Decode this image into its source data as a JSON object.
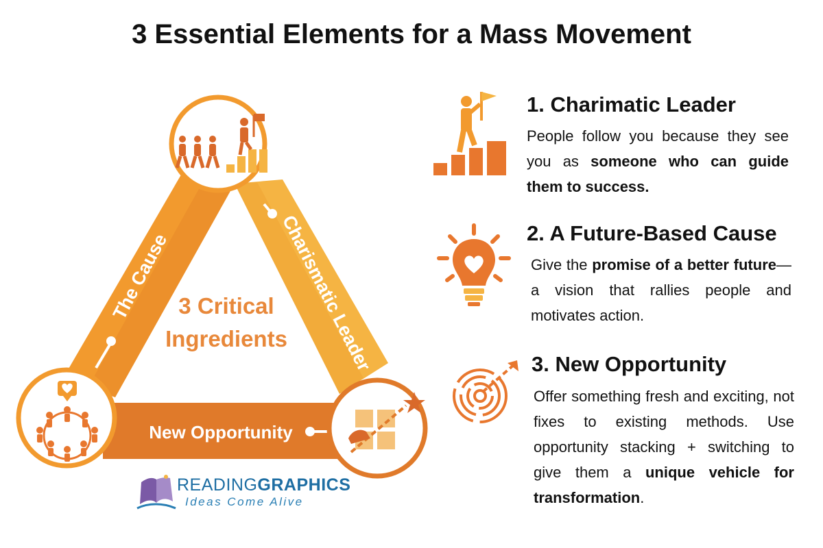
{
  "title": "3 Essential Elements for a Mass Movement",
  "triangle": {
    "center_line1": "3 Critical",
    "center_line2": "Ingredients",
    "left_side": "The Cause",
    "right_side": "Charismatic Leader",
    "bottom_side": "New Opportunity"
  },
  "sections": [
    {
      "title": "1. Charimatic Leader",
      "body": [
        {
          "text": "People follow you because they see you as ",
          "bold": false
        },
        {
          "text": "someone who can guide them to success.",
          "bold": true
        }
      ]
    },
    {
      "title": "2. A Future-Based Cause",
      "body": [
        {
          "text": "Give the ",
          "bold": false
        },
        {
          "text": "promise of a better future",
          "bold": true
        },
        {
          "text": "—a vision that rallies people and motivates action.",
          "bold": false
        }
      ]
    },
    {
      "title": "3. New Opportunity",
      "body": [
        {
          "text": "Offer something fresh and exciting, not fixes to existing methods. Use opportunity stacking + switching to give them a ",
          "bold": false
        },
        {
          "text": "unique vehicle for transformation",
          "bold": true
        },
        {
          "text": ".",
          "bold": false
        }
      ]
    }
  ],
  "logo": {
    "name_part1": "READING",
    "name_part2": "GRAPHICS",
    "tagline": "Ideas Come Alive"
  },
  "colors": {
    "orange_dark": "#e07a2a",
    "orange_mid": "#f29a2e",
    "orange_light": "#f5b443",
    "icon_orange": "#e8772e",
    "text": "#111111",
    "brand_blue": "#1e6ea3"
  },
  "icons": [
    "leader-climbing-stairs-icon",
    "lightbulb-heart-icon",
    "maze-target-icon",
    "community-circle-icon",
    "growth-chart-icon"
  ]
}
